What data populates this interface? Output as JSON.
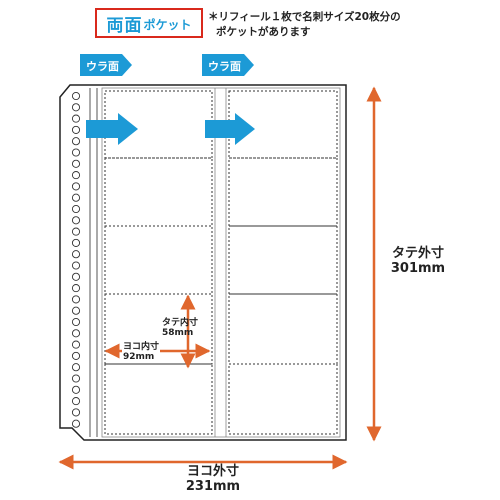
{
  "title": {
    "main": "両面",
    "sub": "ポケット"
  },
  "note": {
    "line1": "＊リフィール１枚で名刺サイズ20枚分の",
    "line2": "ポケットがあります"
  },
  "back_labels": [
    "ウラ面",
    "ウラ面"
  ],
  "inner_height": {
    "label": "タテ内寸",
    "value": "58mm"
  },
  "inner_width": {
    "label": "ヨコ内寸",
    "value": "92mm"
  },
  "outer_height": {
    "label": "タテ外寸",
    "value": "301mm"
  },
  "outer_width": {
    "label": "ヨコ外寸",
    "value": "231mm"
  },
  "colors": {
    "blue": "#1c9ad6",
    "orange": "#e0672d",
    "red_frame": "#d9291c"
  }
}
